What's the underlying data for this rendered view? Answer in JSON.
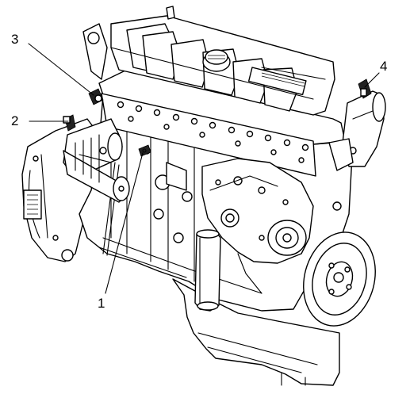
{
  "figure": {
    "callouts": [
      {
        "id": "1",
        "text": "1"
      },
      {
        "id": "2",
        "text": "2"
      },
      {
        "id": "3",
        "text": "3"
      },
      {
        "id": "4",
        "text": "4"
      }
    ],
    "colors": {
      "line": "#000000",
      "background": "#ffffff",
      "sensor_fill": "#222222"
    },
    "components": [
      "engine-block",
      "cylinder-head",
      "rocker-cover",
      "oil-filler-cap",
      "starter-motor",
      "flywheel-housing",
      "oil-filter",
      "damper-pulley",
      "coolant-outlet-housing",
      "oil-sump"
    ]
  }
}
